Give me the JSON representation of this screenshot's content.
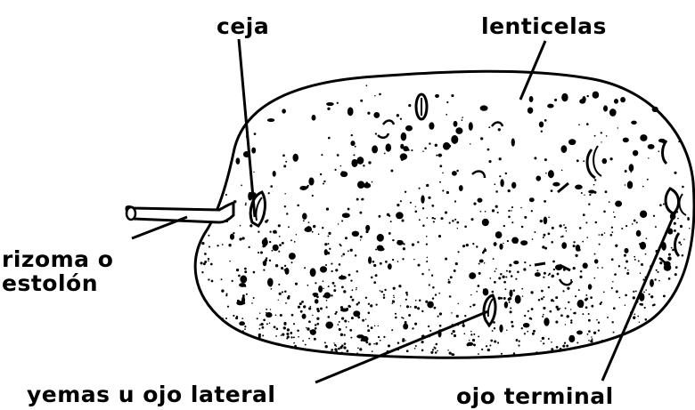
{
  "labels": {
    "ceja": "ceja",
    "lenticelas": "lenticelas",
    "rizoma_line1": "rizoma o",
    "rizoma_line2": "estolón",
    "yemas": "yemas u ojo lateral",
    "terminal": "ojo terminal"
  },
  "colors": {
    "ink": "#000000",
    "paper": "#ffffff"
  }
}
